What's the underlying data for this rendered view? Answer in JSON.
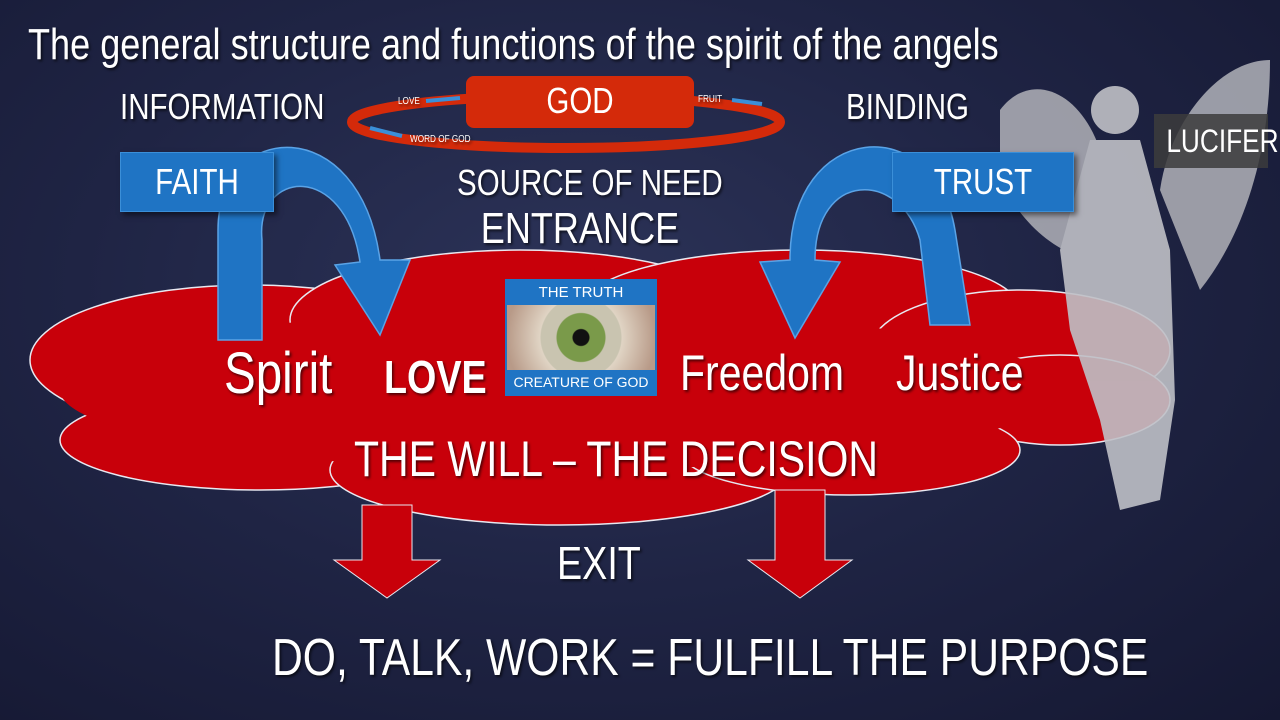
{
  "title": "The general structure and functions of the spirit of the angels",
  "god": {
    "label": "GOD",
    "ring_labels": {
      "love": "LOVE",
      "fruit": "FRUIT",
      "word": "WORD OF GOD"
    }
  },
  "left": {
    "heading": "INFORMATION",
    "box": "FAITH"
  },
  "right": {
    "heading": "BINDING",
    "box": "TRUST"
  },
  "center": {
    "need": "SOURCE OF NEED",
    "entrance": "ENTRANCE"
  },
  "eye": {
    "top": "THE TRUTH",
    "bottom": "CREATURE OF GOD"
  },
  "cloud": {
    "spirit": "Spirit",
    "love": "LOVE",
    "freedom": "Freedom",
    "justice": "Justice",
    "will": "THE WILL – THE DECISION"
  },
  "exit": "EXIT",
  "footer": "DO, TALK, WORK = FULFILL THE PURPOSE",
  "lucifer": "LUCIFER",
  "colors": {
    "red": "#c8000a",
    "blue": "#1f74c4",
    "ring": "#d42a0a"
  }
}
